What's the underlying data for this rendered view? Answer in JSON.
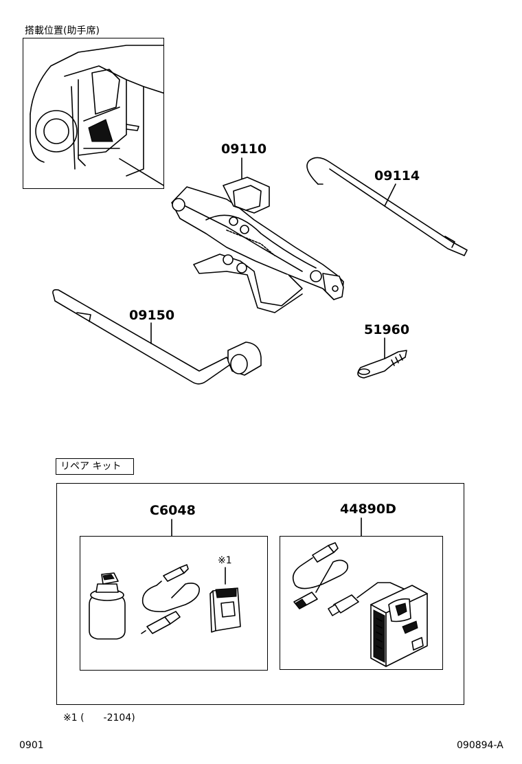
{
  "location": {
    "caption": "搭載位置(助手席)"
  },
  "parts": {
    "jack": "09110",
    "jack_handle": "09114",
    "wrench": "09150",
    "tow_hook": "51960"
  },
  "repair_kit": {
    "title": "リペア キット",
    "sealant_kit": {
      "label": "C6048",
      "note_mark": "※1"
    },
    "compressor": {
      "label": "44890D"
    }
  },
  "footnote": "※1 (　　-2104)",
  "footer": {
    "left": "0901",
    "right": "090894-A"
  }
}
